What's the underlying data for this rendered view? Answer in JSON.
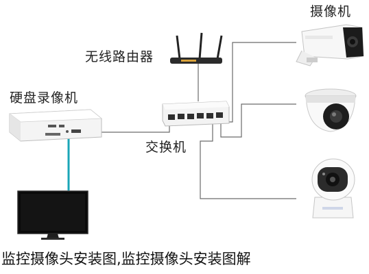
{
  "labels": {
    "camera_top": "摄像机",
    "router": "无线路由器",
    "nvr": "硬盘录像机",
    "switch": "交换机"
  },
  "caption": "监控摄像头安装图,监控摄像头安装图解",
  "colors": {
    "cable": "#6a6a6a",
    "hdmi_cable": "#1aa6b7",
    "device_white": "#f2f2f2",
    "screen": "#0a0a0a"
  },
  "icons": [
    "router-icon",
    "nvr-icon",
    "switch-icon",
    "bullet-camera-icon",
    "dome-camera-icon",
    "ptz-camera-icon",
    "monitor-icon"
  ]
}
